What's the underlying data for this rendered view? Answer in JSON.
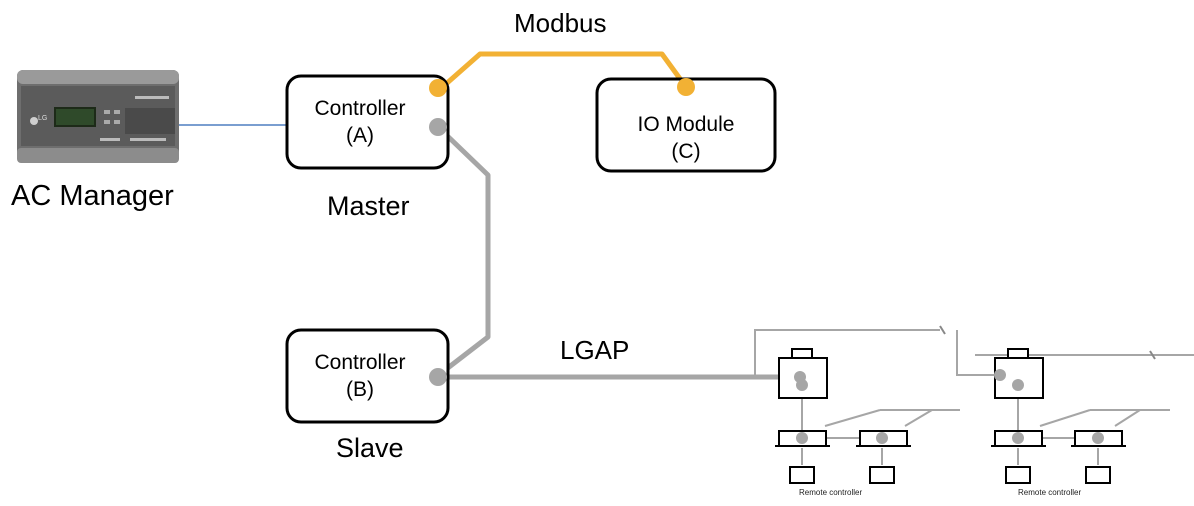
{
  "title": "",
  "device": {
    "name": "AC Manager",
    "logo": "LG"
  },
  "bus_labels": {
    "top": "Modbus",
    "middle": "LGAP"
  },
  "controller_a": {
    "line1": "Controller",
    "line2": "(A)",
    "role": "Master"
  },
  "controller_b": {
    "line1": "Controller",
    "line2": "(B)",
    "role": "Slave"
  },
  "io_module": {
    "line1": "IO Module",
    "line2": "(C)"
  },
  "remote_labels": [
    "Remote controller",
    "Remote controller"
  ],
  "colors": {
    "modbus": "#F2B134",
    "lgap": "#A6A6A6",
    "link": "#4F7FC0",
    "box_border": "#000000"
  }
}
